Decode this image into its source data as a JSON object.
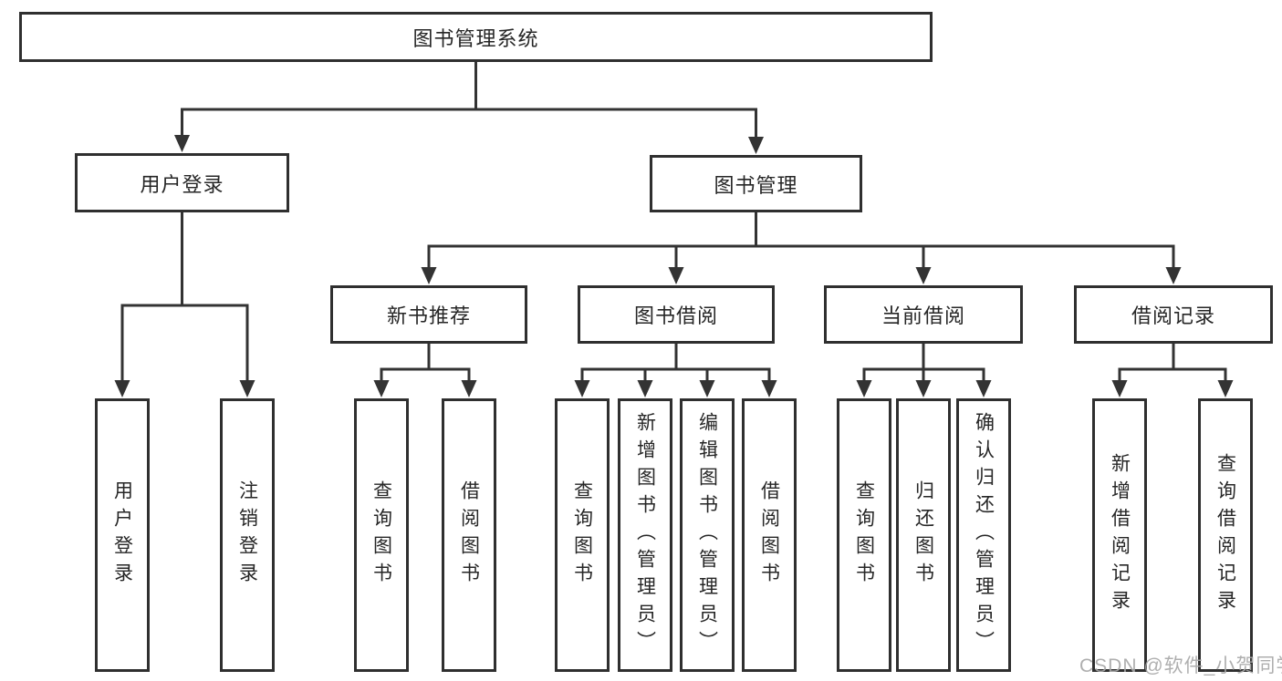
{
  "diagram": {
    "type": "hierarchy-tree",
    "colors": {
      "line": "#333333",
      "box_border": "#2f2f2f",
      "text": "#262626",
      "background": "#ffffff",
      "watermark": "#a8a8a8"
    },
    "root": {
      "label": "图书管理系统"
    },
    "level2": [
      {
        "label": "用户登录"
      },
      {
        "label": "图书管理"
      }
    ],
    "level3": [
      {
        "label": "新书推荐"
      },
      {
        "label": "图书借阅"
      },
      {
        "label": "当前借阅"
      },
      {
        "label": "借阅记录"
      }
    ],
    "leaves": {
      "user_login": [
        "用户登录",
        "注销登录"
      ],
      "new_book": [
        "查询图书",
        "借阅图书"
      ],
      "book_borrow": [
        "查询图书",
        "新增图书（管理员）",
        "编辑图书（管理员）",
        "借阅图书"
      ],
      "current_borrow": [
        "查询图书",
        "归还图书",
        "确认归还（管理员）"
      ],
      "borrow_records": [
        "新增借阅记录",
        "查询借阅记录"
      ]
    },
    "watermark": "CSDN @软件_小贺同学"
  }
}
